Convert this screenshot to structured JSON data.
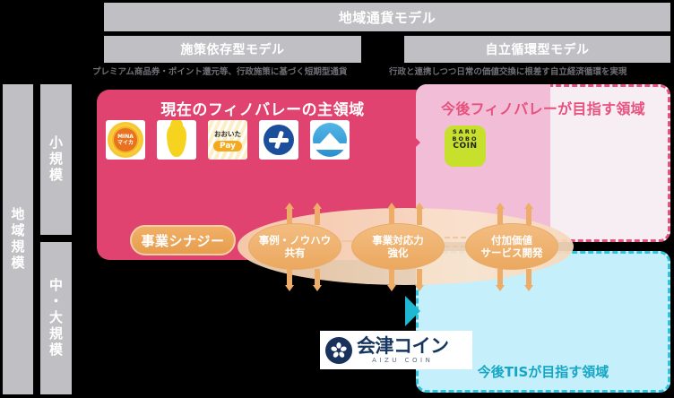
{
  "header": {
    "main_label": "地域通貨モデル",
    "left_label": "施策依存型モデル",
    "right_label": "自立循環型モデル",
    "left_note": "プレミアム商品券・ポイント還元等、行政施策に基づく短期型通貨",
    "right_note": "行政と連携しつつ日常の価値交換に根差す自立経済循環を実現"
  },
  "scale_axis": {
    "axis_label": "地域規模",
    "small_label": "小規模",
    "large_label": "中・大規模"
  },
  "current_domain": {
    "title": "現在のフィノバレーの主領域",
    "apps": [
      {
        "name": "MINAマイカ",
        "line1": "MINA",
        "line2": "マイカ",
        "icon": "sunflower-icon"
      },
      {
        "name": "gourd-app",
        "icon": "gourd-icon"
      },
      {
        "name": "おおいたPay",
        "line1": "おおいた",
        "line2": "Pay",
        "icon": "oita-pay-icon"
      },
      {
        "name": "blue-circle-app",
        "icon": "blue-circle-icon"
      },
      {
        "name": "mountain-app",
        "icon": "mountain-icon"
      }
    ]
  },
  "future_finnovalley": {
    "title": "今後フィノバレーが目指す領域",
    "app": {
      "name": "SARUBOBO COIN",
      "line1": "SARU",
      "line2": "BOBO",
      "line3": "COIN"
    }
  },
  "future_tis": {
    "title": "今後TISが目指す領域",
    "logo": {
      "main": "会津コイン",
      "sub": "AIZU COIN"
    }
  },
  "synergy": {
    "label": "事業シナジー",
    "nodes": [
      {
        "line1": "事例・ノウハウ",
        "line2": "共有"
      },
      {
        "line1": "事業対応力",
        "line2": "強化"
      },
      {
        "line1": "付加価値",
        "line2": "サービス開発"
      }
    ]
  },
  "colors": {
    "pink": "#e0436f",
    "pink_light": "#f2bdd6",
    "pink_dash": "#e8517e",
    "cyan": "#c5effa",
    "cyan_dash": "#2ec4dd",
    "orange": "#eba85f",
    "gray": "#c0c0c4"
  }
}
